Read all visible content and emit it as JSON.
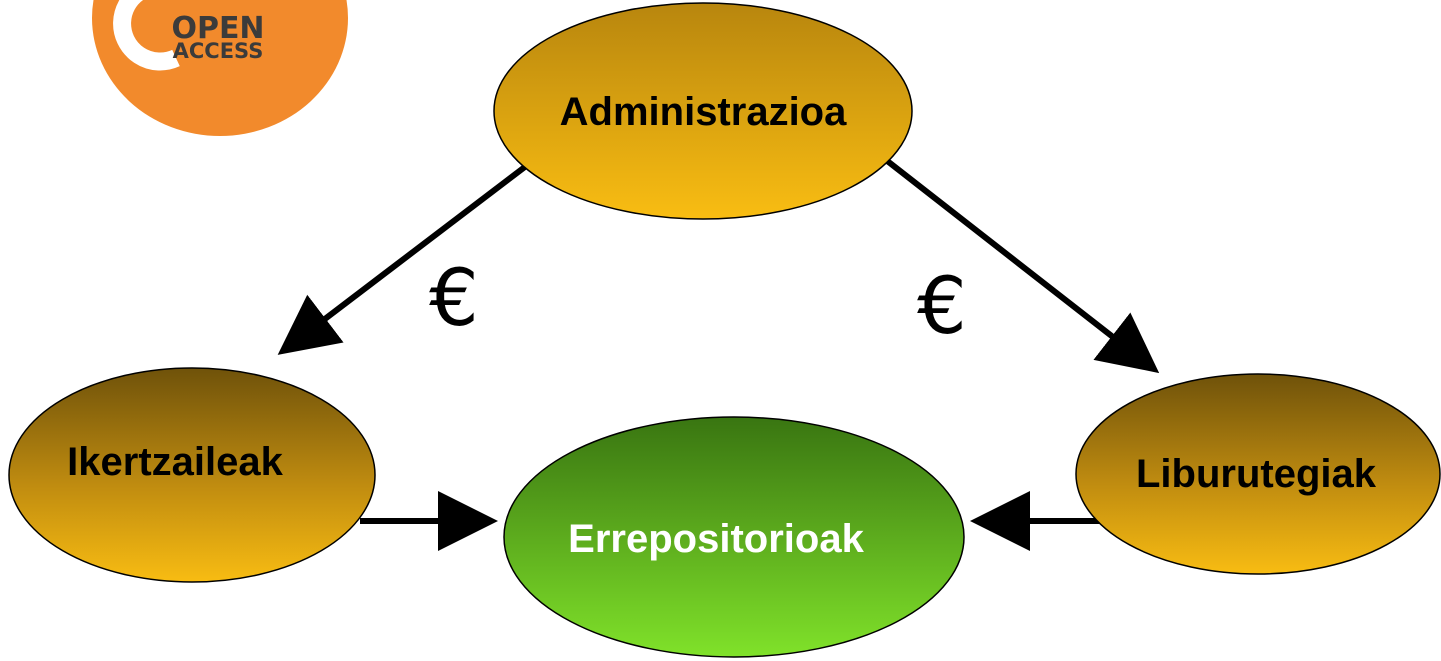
{
  "logo": {
    "line1": "OPEN",
    "line2": "ACCESS",
    "color": "#f28a2c"
  },
  "nodes": {
    "admin": {
      "label": "Administrazioa"
    },
    "researchers": {
      "label": "Ikertzaileak"
    },
    "libraries": {
      "label": "Liburutegiak"
    },
    "repositories": {
      "label": "Errepositorioak"
    }
  },
  "money": {
    "left": "€",
    "right": "€"
  },
  "colors": {
    "gold_top": "#7a5a0a",
    "gold_bottom": "#f7b814",
    "gold_light": "#d9a014",
    "green_top": "#3a7a12",
    "green_bottom": "#7edc28",
    "arrow": "#000000"
  }
}
